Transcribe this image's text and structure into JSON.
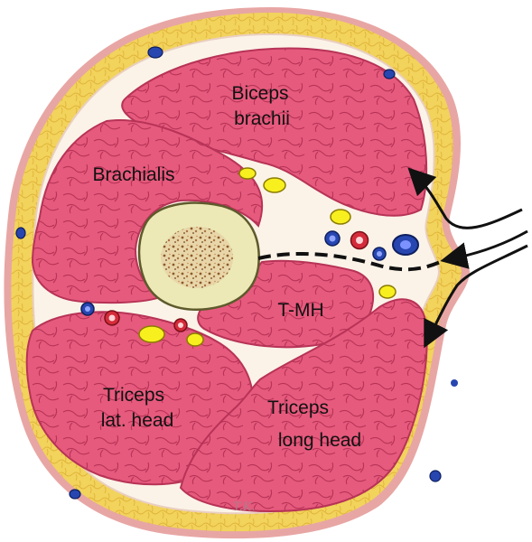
{
  "labels": {
    "biceps_line1": "Biceps",
    "biceps_line2": "brachii",
    "brachialis": "Brachialis",
    "tmh": "T-MH",
    "triceps_lat_line1": "Triceps",
    "triceps_lat_line2": "lat. head",
    "triceps_long_line1": "Triceps",
    "triceps_long_line2": "long head"
  },
  "signature": "T.K.",
  "colors": {
    "skin": "#e7a6a4",
    "fat": "#f2d35c",
    "fascia": "#fbf3e8",
    "muscle": "#e65a7d",
    "muscle_line": "#b73357",
    "bone": "#ece9b6",
    "marrow": "#9a6a3e",
    "nerve": "#f8ef1f",
    "vein": "#2746b0",
    "artery": "#d42c3a",
    "arrow": "#111111"
  },
  "icons": [
    "approach-arrow-icon",
    "dashed-incision-icon"
  ]
}
